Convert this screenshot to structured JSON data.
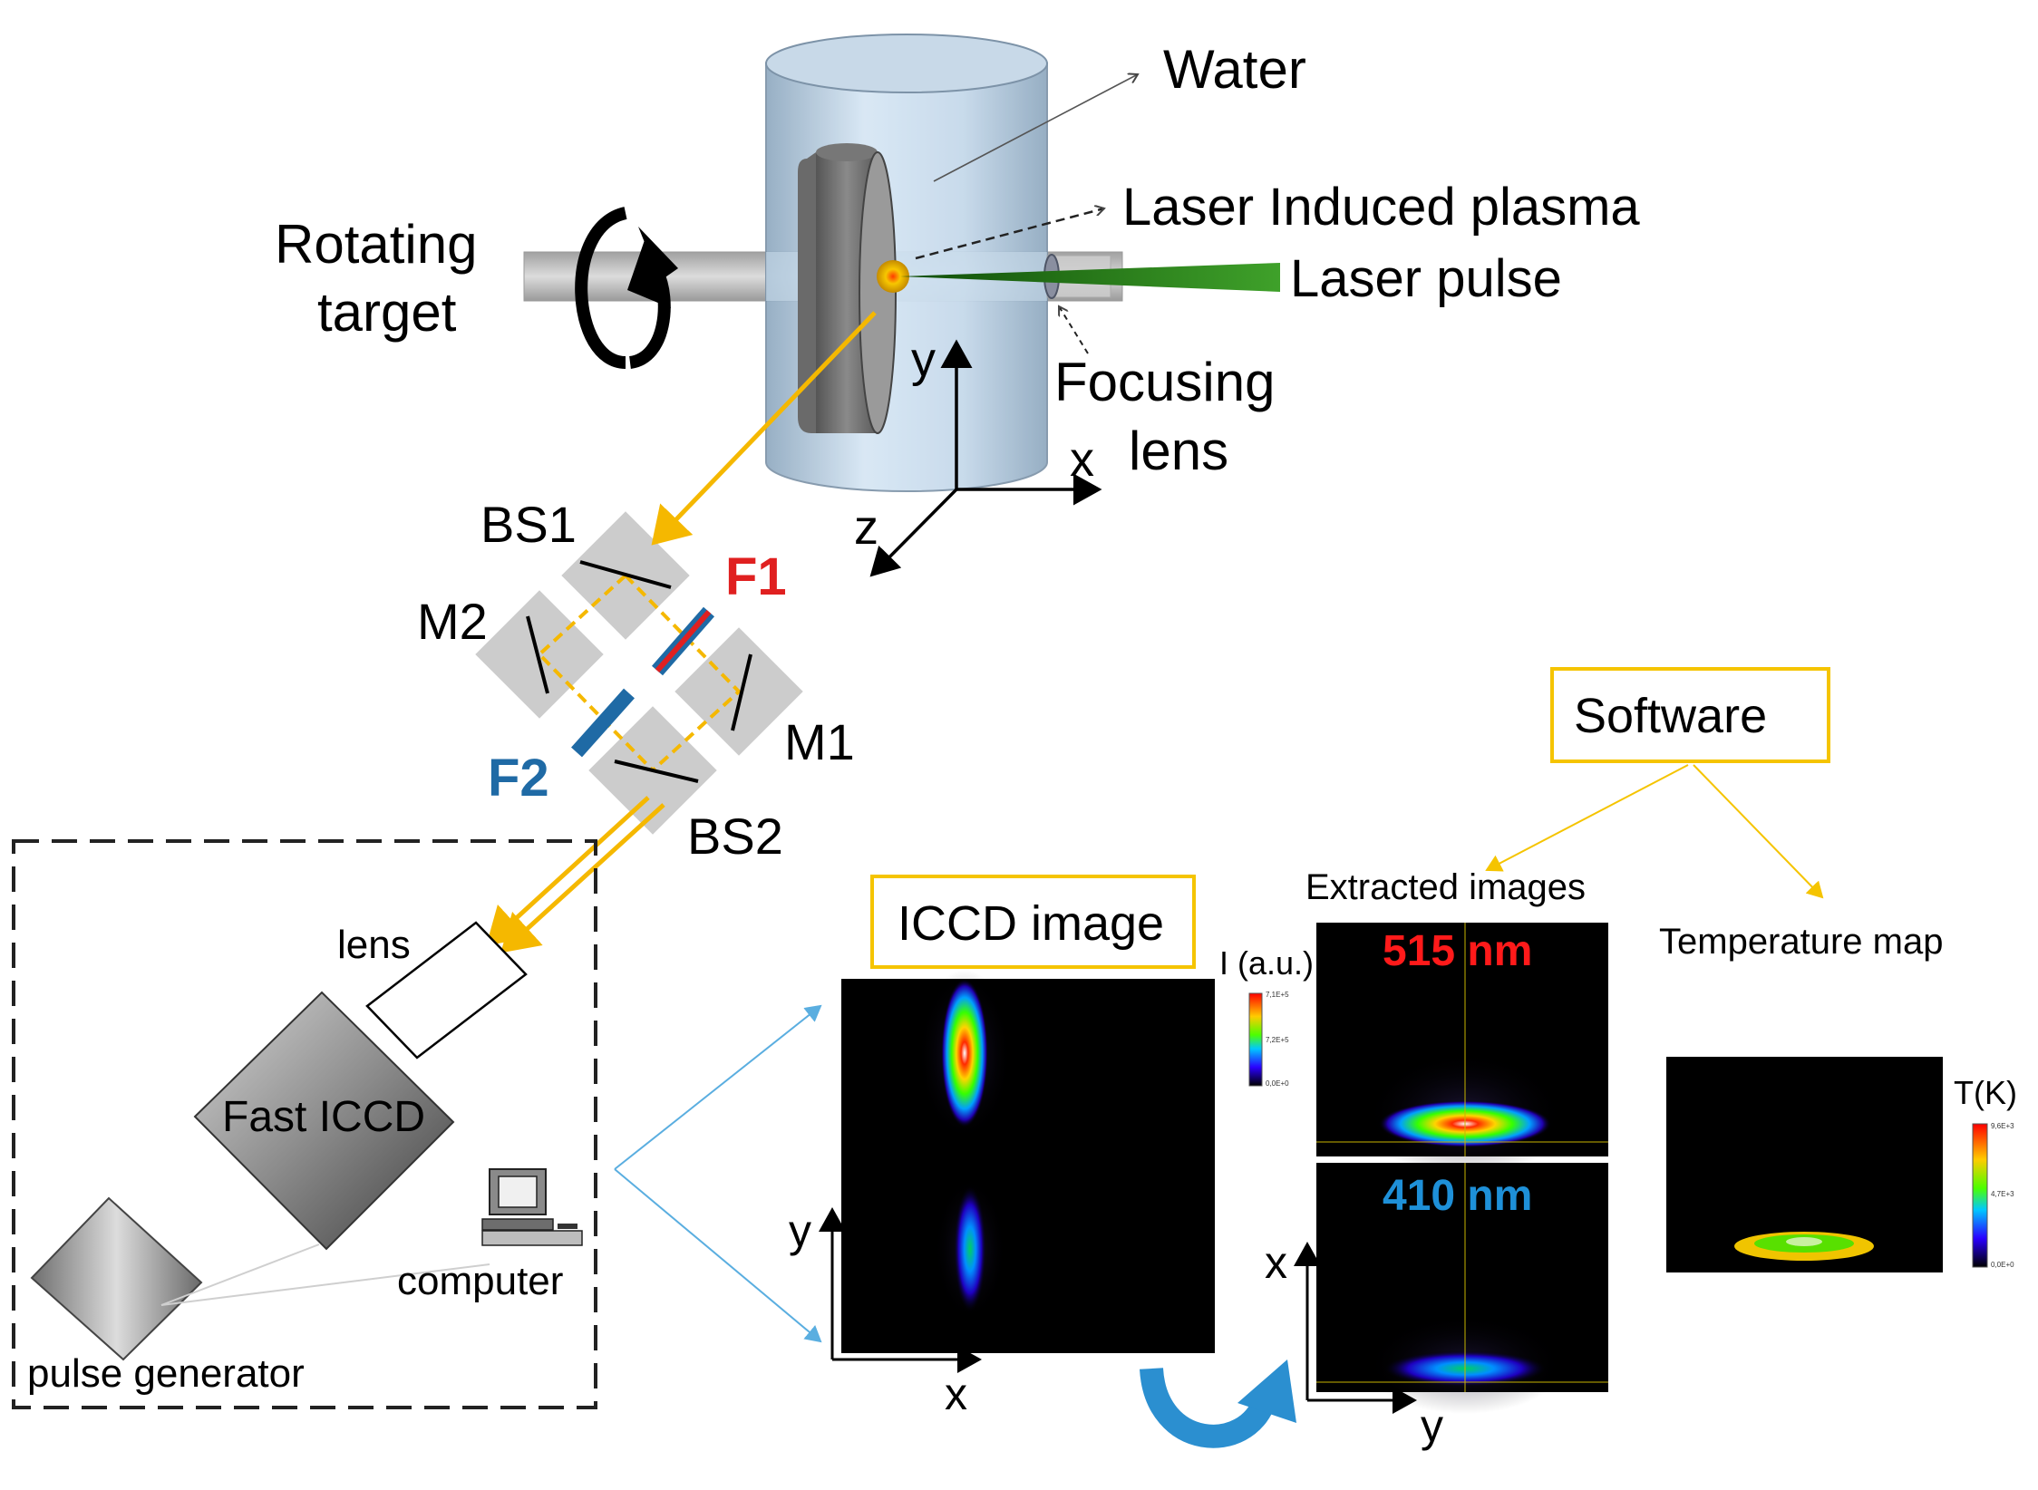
{
  "labels": {
    "water": "Water",
    "laser_induced_plasma": "Laser Induced plasma",
    "laser_pulse": "Laser pulse",
    "rotating_line1": "Rotating",
    "rotating_line2": "target",
    "focusing_line1": "Focusing",
    "focusing_line2": "lens",
    "axis_y": "y",
    "axis_x": "x",
    "axis_z": "z",
    "bs1": "BS1",
    "bs2": "BS2",
    "m1": "M1",
    "m2": "M2",
    "f1": "F1",
    "f2": "F2",
    "lens": "lens",
    "fast_iccd": "Fast ICCD",
    "computer": "computer",
    "pulse_generator": "pulse generator",
    "software": "Software",
    "iccd_image": "ICCD image",
    "intensity_unit": "I (a.u.)",
    "extracted_images": "Extracted images",
    "temperature_map": "Temperature map",
    "temperature_unit": "T(K)",
    "wl_515": "515 nm",
    "wl_410": "410 nm",
    "iccd_axis_y": "y",
    "iccd_axis_x": "x",
    "ext_axis_x": "x",
    "ext_axis_y": "y",
    "cbar_i_top": "7,1E+5",
    "cbar_i_mid": "7,2E+5",
    "cbar_i_bot": "0,0E+0",
    "cbar_t_top": "9,6E+3",
    "cbar_t_mid": "4,7E+3",
    "cbar_t_bot": "0,0E+0"
  },
  "colors": {
    "beam": "#f5b800",
    "green_laser": "#2e7d1a",
    "f1_red": "#e02020",
    "f2_blue": "#1f6aa5",
    "software_border": "#f5c400",
    "blue_arrow": "#5aaee0",
    "curved_arrow": "#2b8fd0",
    "label_515": "#ff1a1a",
    "label_410": "#1e90d8"
  }
}
